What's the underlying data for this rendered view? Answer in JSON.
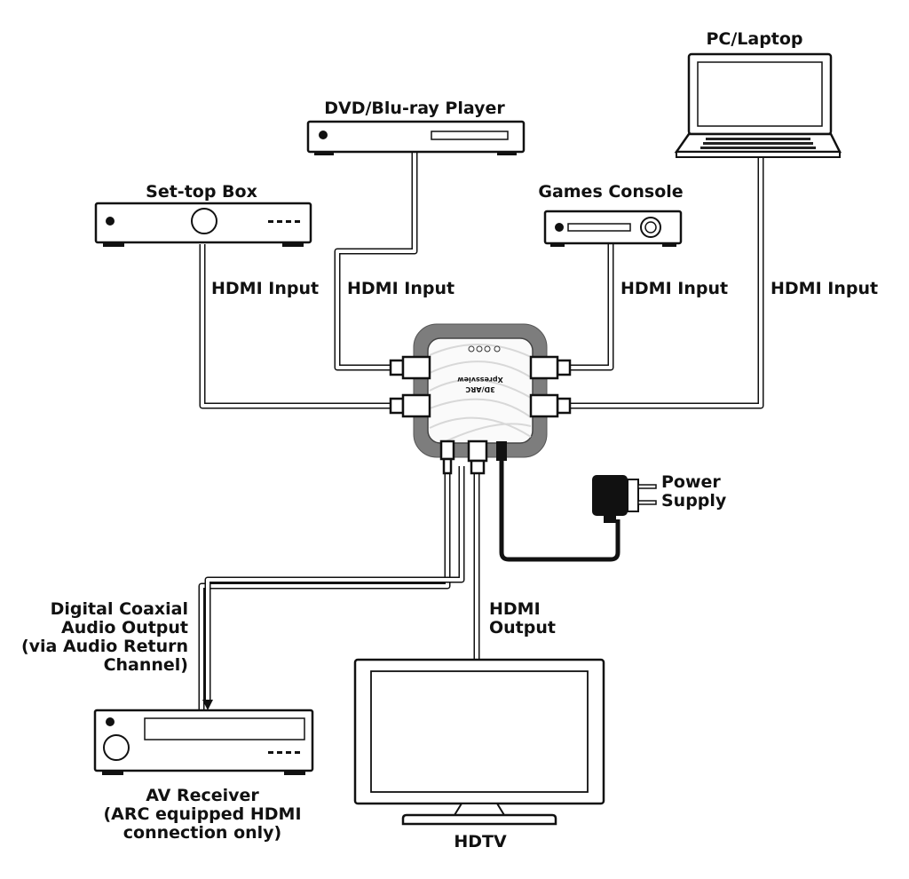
{
  "devices": {
    "pc_laptop": "PC/Laptop",
    "dvd_player": "DVD/Blu-ray Player",
    "set_top_box": "Set-top Box",
    "games_console": "Games Console",
    "hdtv": "HDTV",
    "av_receiver": [
      "AV Receiver",
      "(ARC equipped HDMI",
      "connection only)"
    ],
    "power_supply": [
      "Power",
      "Supply"
    ]
  },
  "connections": {
    "hdmi_input_1": "HDMI Input",
    "hdmi_input_2": "HDMI Input",
    "hdmi_input_3": "HDMI Input",
    "hdmi_input_4": "HDMI Input",
    "hdmi_output": [
      "HDMI",
      "Output"
    ],
    "digital_audio": [
      "Digital Coaxial",
      "Audio Output",
      "(via Audio Return",
      "Channel)"
    ]
  },
  "switcher": {
    "brand": "Xpressview",
    "model": "3D/ARC"
  }
}
